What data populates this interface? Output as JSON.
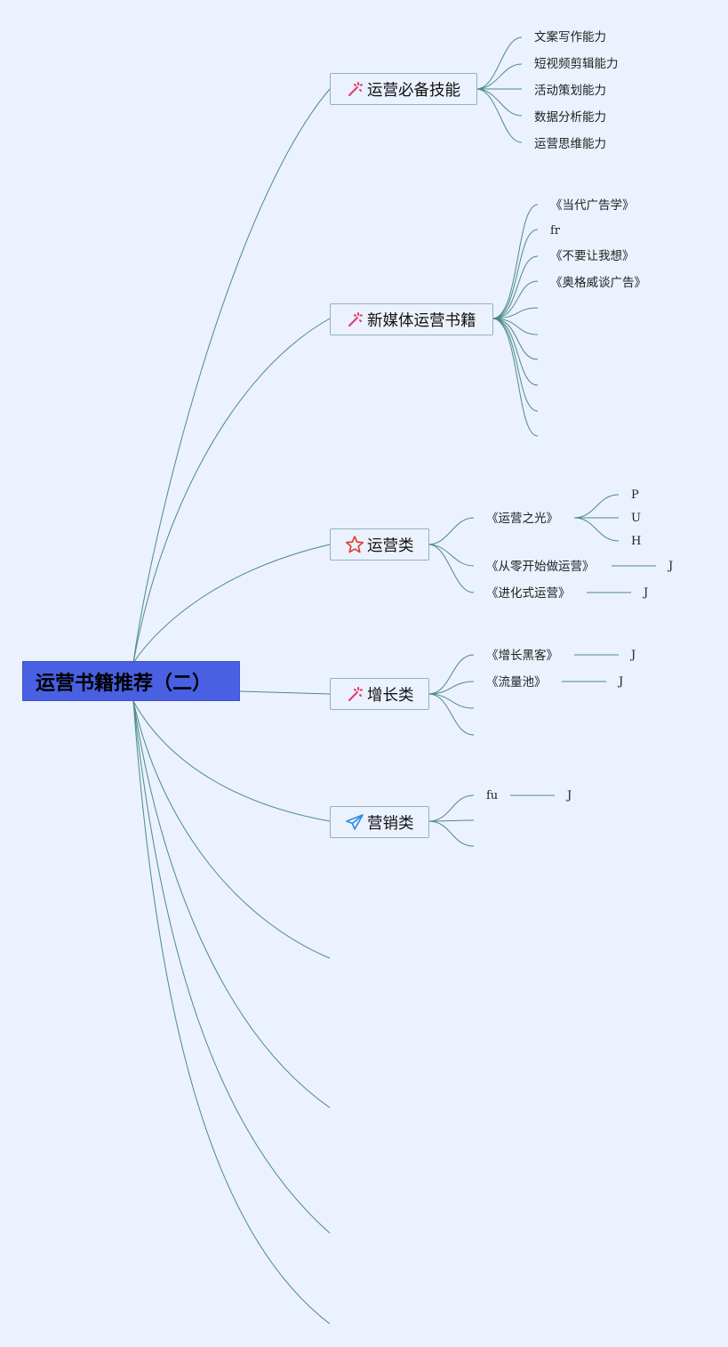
{
  "root": {
    "label": "运营书籍推荐（二）"
  },
  "branches": [
    {
      "label": "运营必备技能",
      "icon": "magic-wand-icon",
      "children": [
        "文案写作能力",
        "短视频剪辑能力",
        "活动策划能力",
        "数据分析能力",
        "运营思维能力"
      ]
    },
    {
      "label": "新媒体运营书籍",
      "icon": "magic-wand-icon",
      "children": [
        "《当代广告学》",
        "fr",
        "《不要让我想》",
        "《奥格威谈广告》"
      ]
    },
    {
      "label": "运营类",
      "icon": "star-icon",
      "children": [
        {
          "label": "《运营之光》",
          "sub": [
            "P",
            "U",
            "H"
          ]
        },
        {
          "label": "《从零开始做运营》",
          "sub": [
            "J"
          ]
        },
        {
          "label": "《进化式运营》",
          "sub": [
            "J"
          ]
        }
      ]
    },
    {
      "label": "增长类",
      "icon": "magic-wand-icon",
      "children": [
        {
          "label": "《增长黑客》",
          "sub": [
            "J"
          ]
        },
        {
          "label": "《流量池》",
          "sub": [
            "J"
          ]
        }
      ]
    },
    {
      "label": "营销类",
      "icon": "paper-plane-icon",
      "children": [
        {
          "label": "fu",
          "sub": [
            "J"
          ]
        }
      ]
    }
  ],
  "colors": {
    "background": "#ebf1fd",
    "root_fill": "#4960e2",
    "connector": "#4a8d84",
    "branch_border": "#8fb3bc",
    "wand": "#e8366b",
    "star": "#e03a2e",
    "plane": "#2a8fe0"
  }
}
